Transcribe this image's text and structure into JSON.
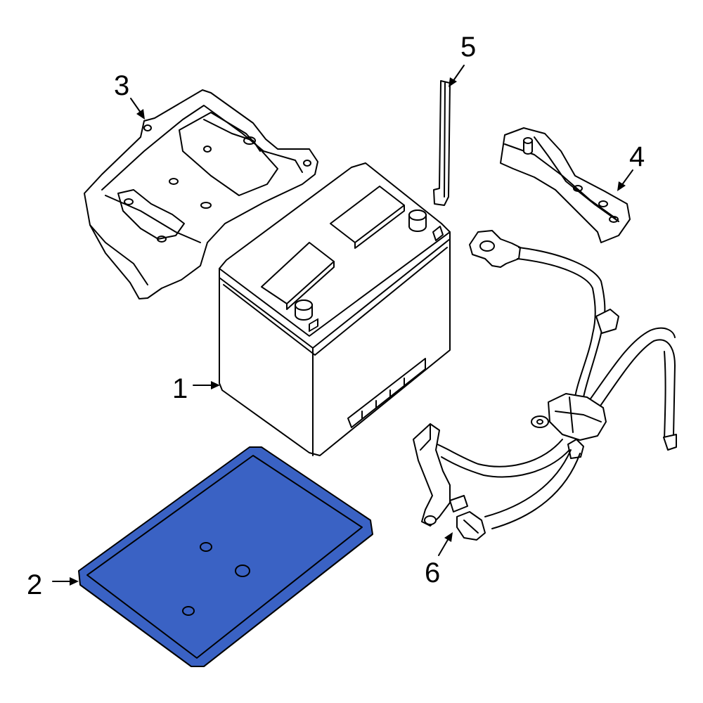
{
  "callouts": {
    "c1": "1",
    "c2": "2",
    "c3": "3",
    "c4": "4",
    "c5": "5",
    "c6": "6"
  },
  "parts": {
    "battery": "battery-icon",
    "tray_pad": "tray-pad-icon",
    "battery_tray": "battery-tray-icon",
    "hold_down_clamp": "hold-down-clamp-icon",
    "hold_down_rod": "j-rod-icon",
    "battery_cable": "cable-harness-icon"
  },
  "colors": {
    "highlight": "#3a62c4",
    "line": "#000000",
    "background": "#ffffff"
  }
}
